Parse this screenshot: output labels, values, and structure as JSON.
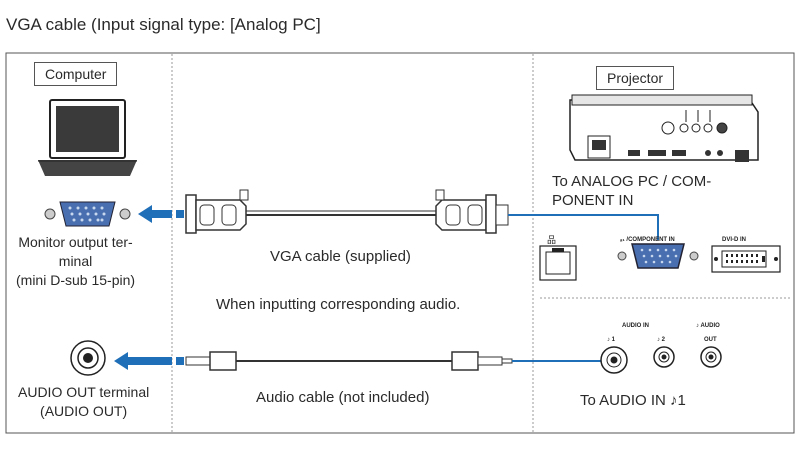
{
  "title": "VGA cable (Input signal type: [Analog PC]",
  "computer": {
    "label": "Computer",
    "monitor_out_lines": [
      "Monitor output ter-",
      "minal",
      "(mini D-sub 15-pin)"
    ],
    "audio_out_lines": [
      "AUDIO OUT terminal",
      "(AUDIO OUT)"
    ]
  },
  "cables": {
    "vga_label": "VGA cable (supplied)",
    "audio_note": "When inputting corresponding audio.",
    "audio_label": "Audio cable (not included)"
  },
  "projector": {
    "label": "Projector",
    "analog_in_lines": [
      "To ANALOG PC / COM-",
      "PONENT IN"
    ],
    "panel_computer_label": "ₐ₁ /COMPONENT IN",
    "panel_dvi_label": "DVI-D IN",
    "audio_in_label": "AUDIO IN",
    "audio_in_1": "♪ 1",
    "audio_in_2": "♪ 2",
    "audio_out_label": "♪ AUDIO",
    "audio_out_sub": "OUT",
    "to_audio_in": "To AUDIO IN ♪1"
  },
  "colors": {
    "arrow": "#1f6fb8",
    "frame": "#555555",
    "divider": "#999999"
  }
}
